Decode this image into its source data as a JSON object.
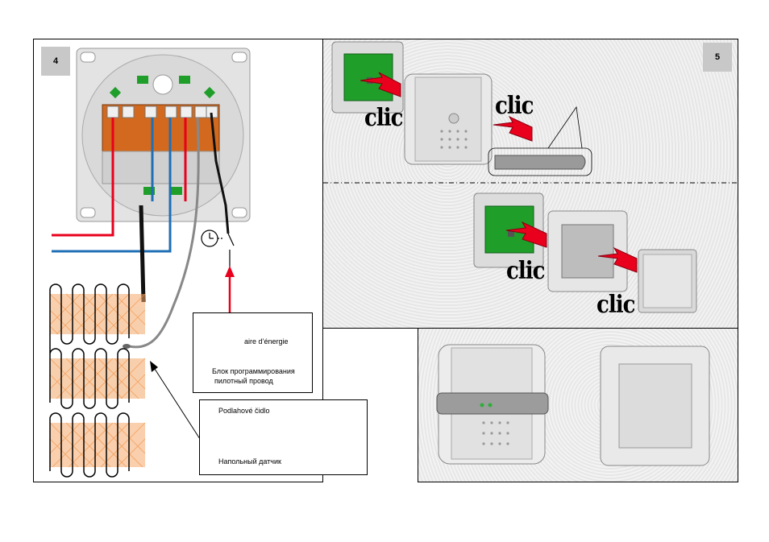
{
  "steps": {
    "left": "4",
    "right": "5"
  },
  "callouts": {
    "energy_fr": "aire d’énergie",
    "energy_ru_1": "Блок программирования",
    "energy_ru_2": "пилотный провод",
    "sensor_cz": "Podlahové čidlo",
    "sensor_ru": "Напольный датчик"
  },
  "clic_label": "clic",
  "colors": {
    "live": "#e8001c",
    "neutral": "#1f6fb5",
    "sensor_wire": "#888888",
    "module_green": "#1f9e2a",
    "terminal_orange": "#d2691e",
    "mat_hatch": "#f4a86a"
  }
}
